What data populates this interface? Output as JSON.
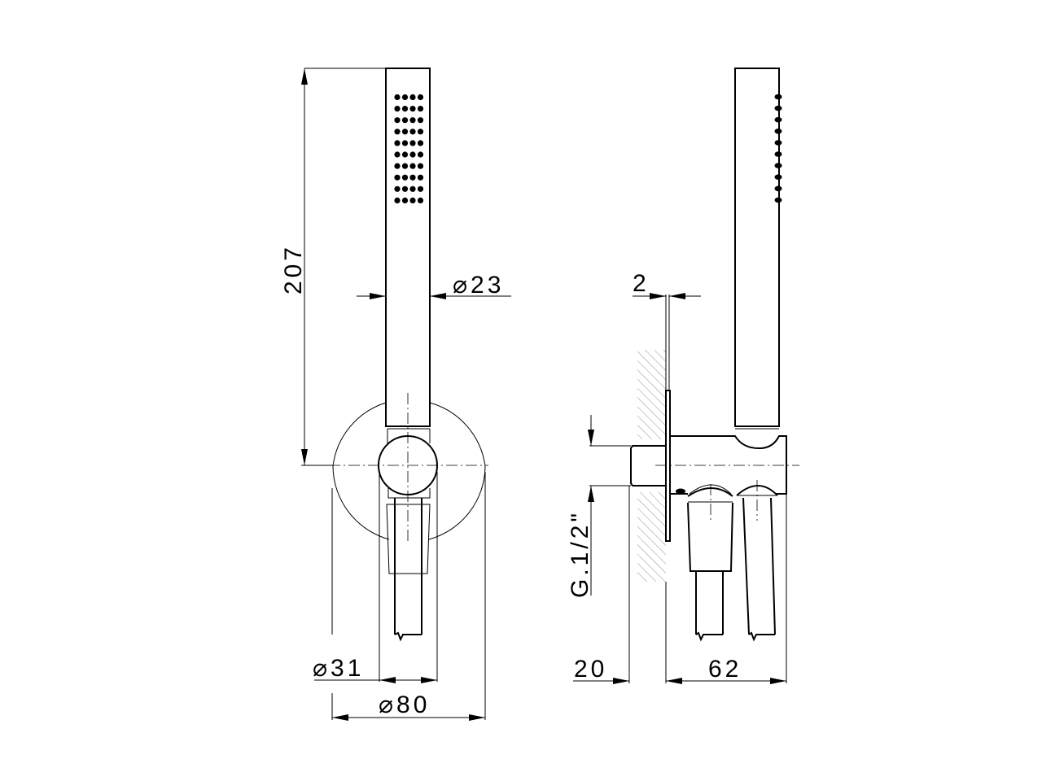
{
  "drawing": {
    "title": "Shower handset with wall bracket and outlet",
    "views": [
      "front-view",
      "side-view"
    ],
    "units": "mm",
    "stroke_color": "#000000",
    "background": "#ffffff"
  },
  "front_view": {
    "dimensions": {
      "height": "207",
      "handset_diameter": "⌀23",
      "bracket_diameter": "⌀31",
      "rosette_diameter": "⌀80"
    },
    "nozzle_grid": {
      "rows": 10,
      "cols": 4
    }
  },
  "side_view": {
    "dimensions": {
      "rosette_thickness": "2",
      "thread": "G.1/2\"",
      "thread_length": "20",
      "projection": "62"
    },
    "nozzle_column": {
      "count": 10
    }
  }
}
